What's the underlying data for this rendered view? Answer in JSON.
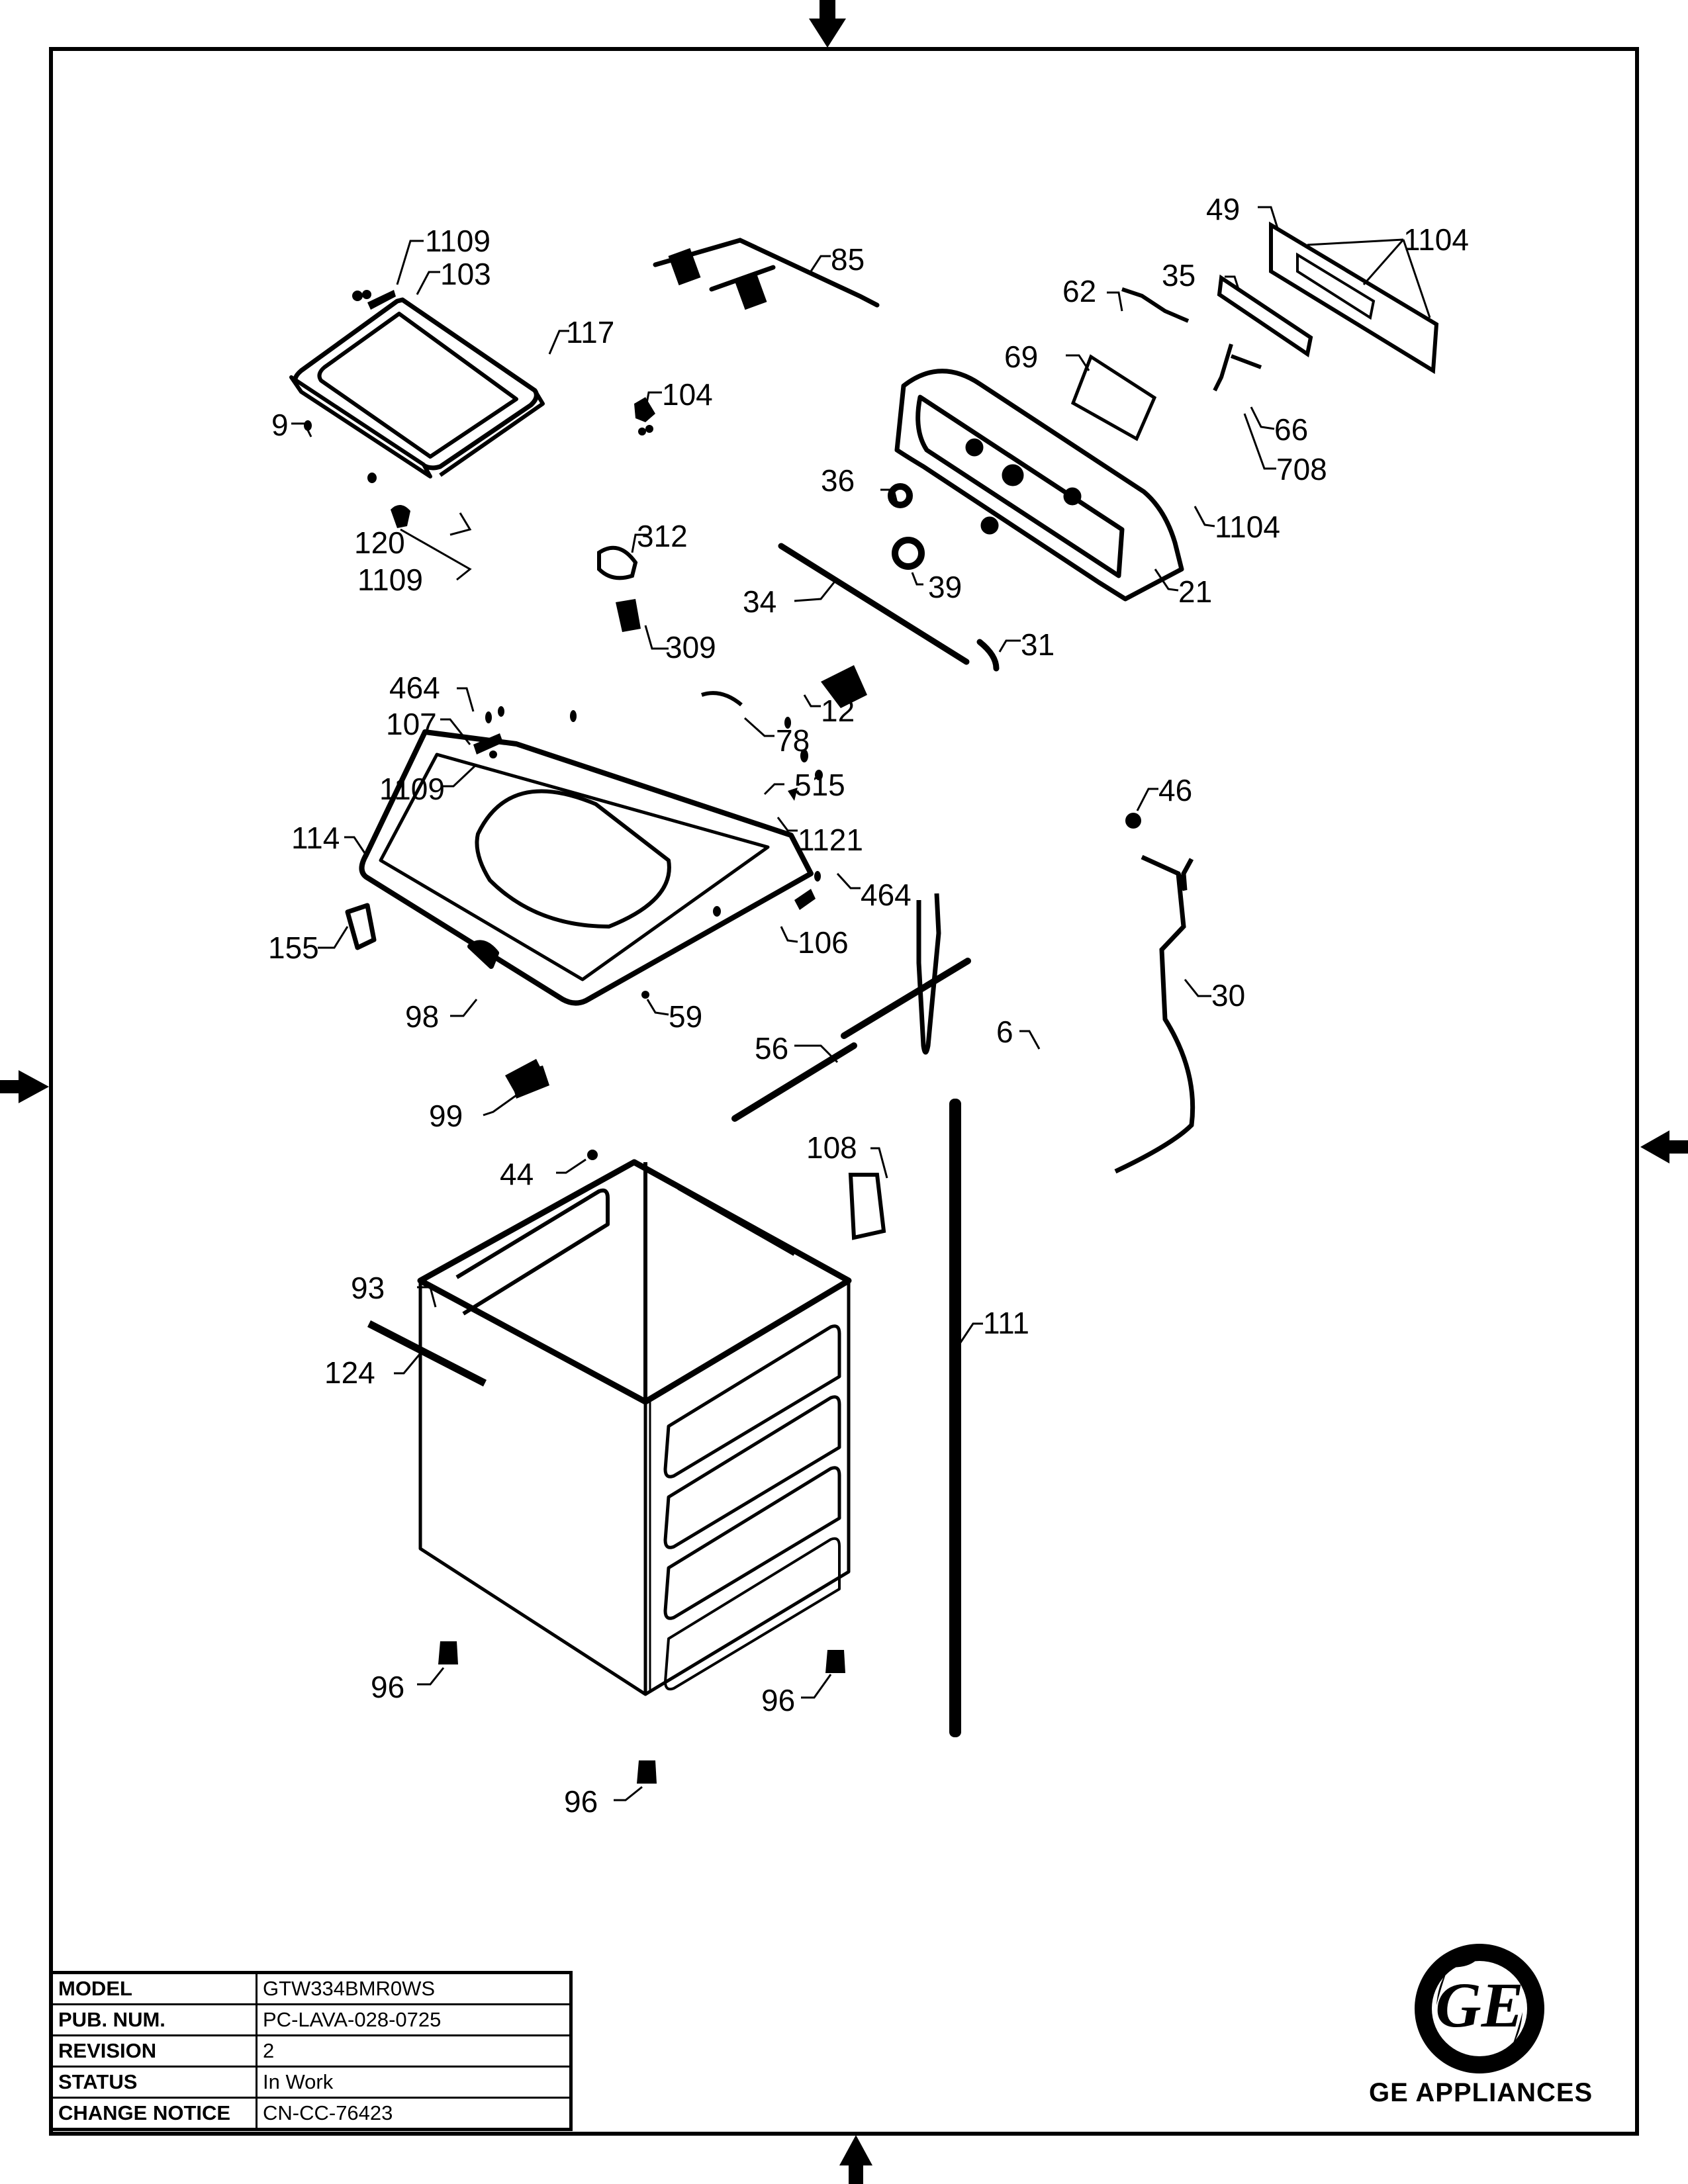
{
  "title_block": {
    "rows": [
      {
        "label": "MODEL",
        "value": "GTW334BMR0WS"
      },
      {
        "label": "PUB. NUM.",
        "value": "PC-LAVA-028-0725"
      },
      {
        "label": "REVISION",
        "value": "2"
      },
      {
        "label": "STATUS",
        "value": "In Work"
      },
      {
        "label": "CHANGE NOTICE",
        "value": "CN-CC-76423"
      }
    ]
  },
  "brand": {
    "name": "GE APPLIANCES",
    "logo_icon": "ge-monogram-logo"
  },
  "frame": {
    "edge_markers": [
      "arrow-down-top",
      "arrow-right-left",
      "arrow-left-right",
      "arrow-up-bottom"
    ]
  },
  "parts": {
    "p1109a": "1109",
    "p103": "103",
    "p117": "117",
    "p104": "104",
    "p9": "9",
    "p120": "120",
    "p1109b": "1109",
    "p85": "85",
    "p312": "312",
    "p309": "309",
    "p34": "34",
    "p36": "36",
    "p39": "39",
    "p31": "31",
    "p12": "12",
    "p78": "78",
    "p49": "49",
    "p1104a": "1104",
    "p35": "35",
    "p62": "62",
    "p69": "69",
    "p66": "66",
    "p708": "708",
    "p1104b": "1104",
    "p21": "21",
    "p464a": "464",
    "p107": "107",
    "p1109c": "1109",
    "p114": "114",
    "p155": "155",
    "p515": "515",
    "p1121": "1121",
    "p464b": "464",
    "p106": "106",
    "p98": "98",
    "p59": "59",
    "p46": "46",
    "p30": "30",
    "p6": "6",
    "p56": "56",
    "p99": "99",
    "p44": "44",
    "p108": "108",
    "p93": "93",
    "p124": "124",
    "p111": "111",
    "p96a": "96",
    "p96b": "96",
    "p96c": "96"
  }
}
